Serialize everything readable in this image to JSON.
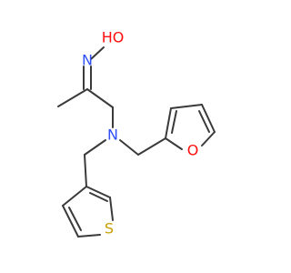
{
  "molecule": {
    "atoms": {
      "oh": {
        "text": "HO",
        "color": "#ff0d0d"
      },
      "n_oxime": {
        "text": "N",
        "color": "#3050f8"
      },
      "n_amine": {
        "text": "N",
        "color": "#3050f8"
      },
      "o_furan": {
        "text": "O",
        "color": "#ff0d0d"
      },
      "s_thiophene": {
        "text": "S",
        "color": "#c8a000"
      }
    },
    "bond_color": "#3a3a3a"
  }
}
